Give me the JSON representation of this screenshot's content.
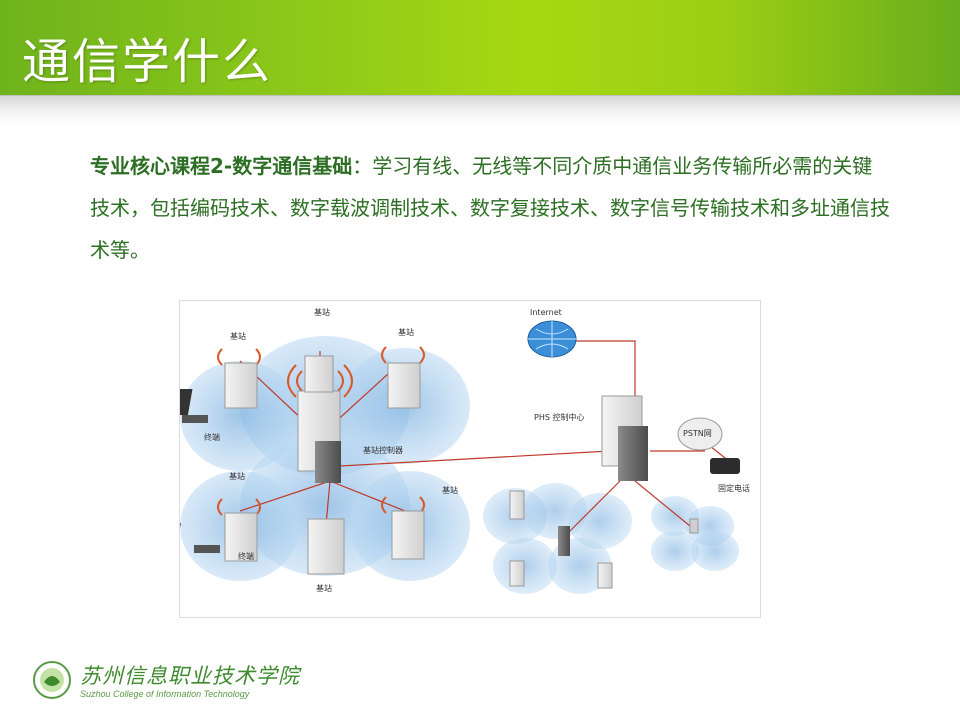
{
  "slide": {
    "title": "通信学什么",
    "body_lead": "专业核心课程2-数字通信基础",
    "body_sep": "：",
    "body_text": "学习有线、无线等不同介质中通信业务传输所必需的关键技术，包括编码技术、数字载波调制技术、数字复接技术、数字信号传输技术和多址通信技术等。"
  },
  "diagram": {
    "labels": {
      "base_top": "基站",
      "base_left": "基站",
      "base_right_top": "基站",
      "terminal_top": "终端",
      "controller": "基站控制器",
      "base_bl": "基站",
      "base_br": "基站",
      "terminal_bottom": "终端",
      "base_bottom": "基站",
      "internet": "Internet",
      "phs_center": "PHS 控制中心",
      "pstn": "PSTN网",
      "fixed_phone": "固定电话"
    }
  },
  "footer": {
    "school_cn": "苏州信息职业技术学院",
    "school_en": "Suzhou College of Information Technology"
  },
  "colors": {
    "title_green": "#8cc81a",
    "text_green": "#2c6e23",
    "cell_blue": "#9cc4e6",
    "link_red": "#c0392b"
  }
}
